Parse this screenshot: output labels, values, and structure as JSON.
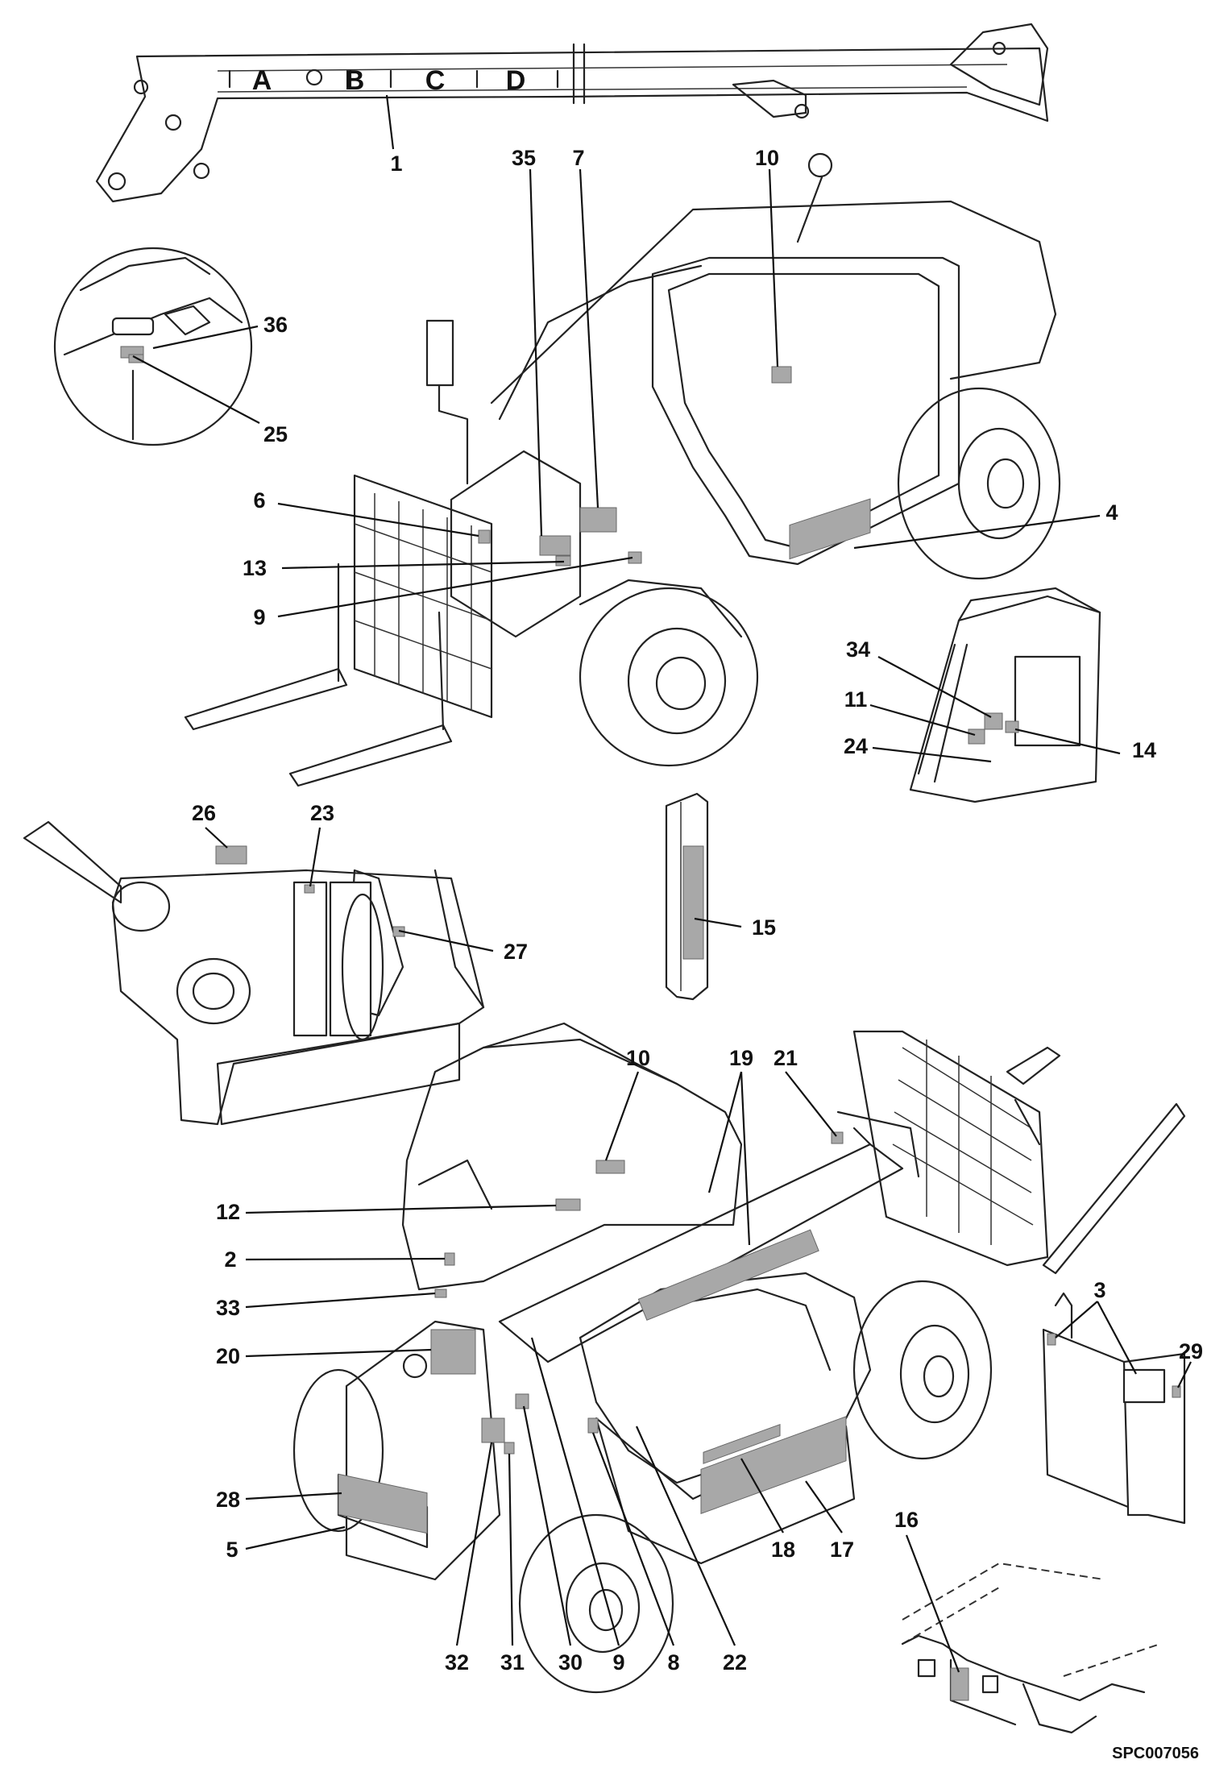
{
  "figure_ref": "SPC007056",
  "boom_letters": [
    "A",
    "B",
    "C",
    "D"
  ],
  "callouts": [
    "1",
    "2",
    "3",
    "4",
    "5",
    "6",
    "7",
    "8",
    "9",
    "10",
    "11",
    "12",
    "13",
    "14",
    "15",
    "16",
    "17",
    "18",
    "19",
    "20",
    "21",
    "22",
    "23",
    "24",
    "25",
    "26",
    "27",
    "28",
    "29",
    "30",
    "31",
    "32",
    "33",
    "34",
    "35",
    "36"
  ],
  "bottom_callouts": {
    "c32": "32",
    "c31": "31",
    "c30": "30",
    "c9b": "9",
    "c8": "8",
    "c22": "22"
  },
  "repeat_callouts": {
    "c10b": "10",
    "c9a": "9"
  },
  "colors": {
    "line": "#222222",
    "decal": "#a8a8a8",
    "background": "#ffffff"
  }
}
